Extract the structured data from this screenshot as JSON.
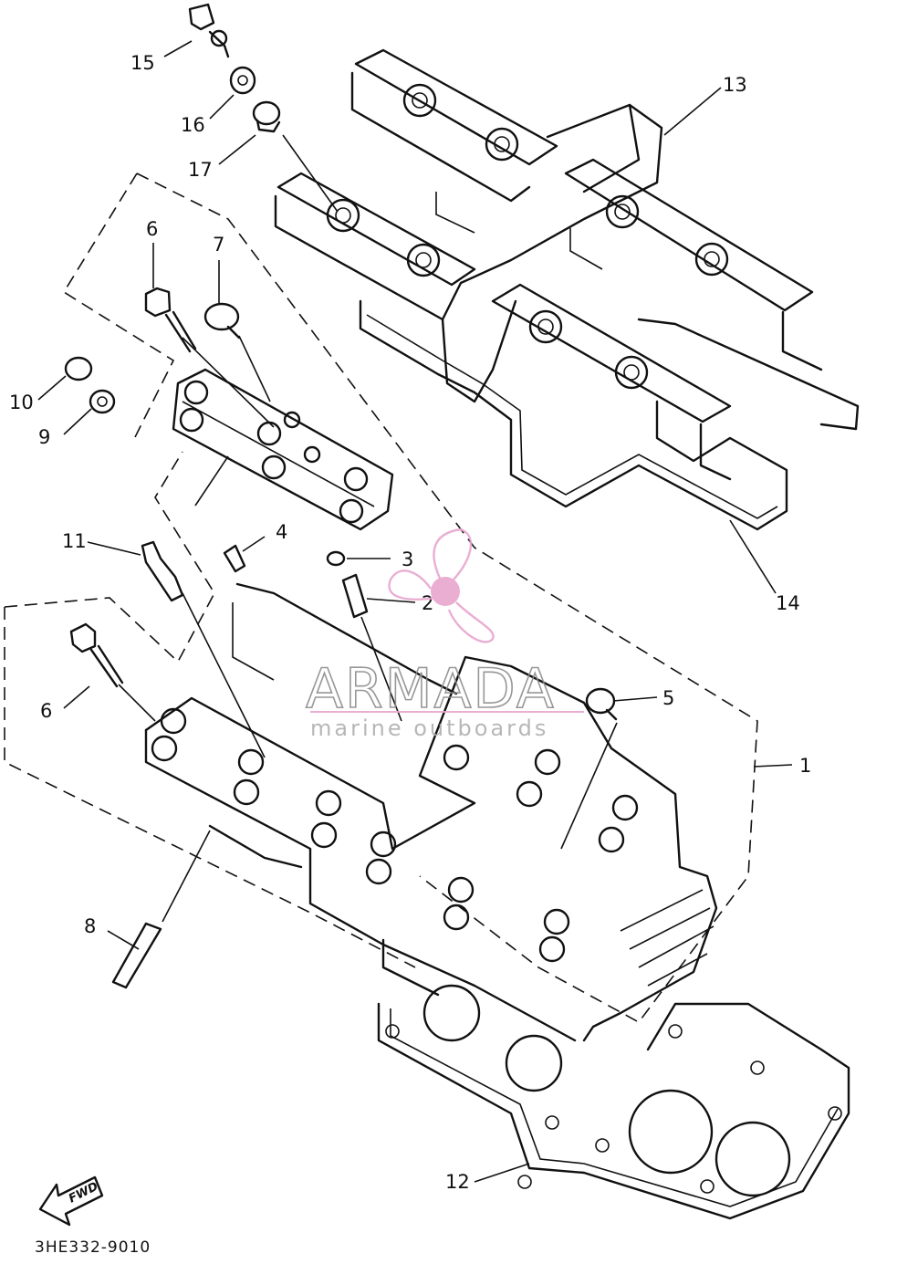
{
  "diagram": {
    "code": "3HE332-9010",
    "fwd_label": "FWD",
    "callouts": [
      {
        "id": "c15",
        "label": "15"
      },
      {
        "id": "c16",
        "label": "16"
      },
      {
        "id": "c17",
        "label": "17"
      },
      {
        "id": "c13",
        "label": "13"
      },
      {
        "id": "c6a",
        "label": "6"
      },
      {
        "id": "c7",
        "label": "7"
      },
      {
        "id": "c10",
        "label": "10"
      },
      {
        "id": "c9",
        "label": "9"
      },
      {
        "id": "c4",
        "label": "4"
      },
      {
        "id": "c3",
        "label": "3"
      },
      {
        "id": "c2",
        "label": "2"
      },
      {
        "id": "c14",
        "label": "14"
      },
      {
        "id": "c11",
        "label": "11"
      },
      {
        "id": "c6b",
        "label": "6"
      },
      {
        "id": "c5",
        "label": "5"
      },
      {
        "id": "c1",
        "label": "1"
      },
      {
        "id": "c8",
        "label": "8"
      },
      {
        "id": "c12",
        "label": "12"
      }
    ]
  },
  "watermark": {
    "name": "ARMADA",
    "tagline": "marine outboards",
    "accent_color": "#e8a6cf"
  }
}
